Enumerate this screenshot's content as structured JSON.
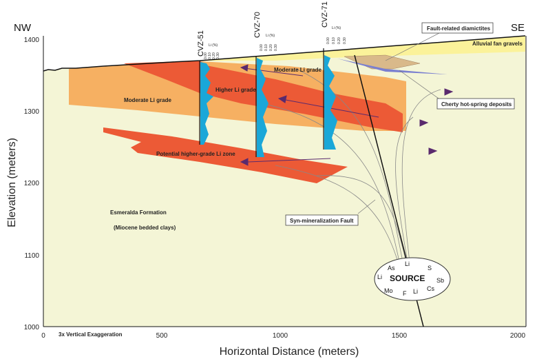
{
  "corners": {
    "left": "NW",
    "right": "SE"
  },
  "x_axis": {
    "label": "Horizontal Distance  (meters)",
    "ticks": [
      "0",
      "500",
      "1000",
      "1500",
      "2000"
    ]
  },
  "y_axis": {
    "label": "Elevation  (meters)",
    "ticks": [
      "1400",
      "1300",
      "1200",
      "1100",
      "1000"
    ]
  },
  "wells": [
    {
      "name": "CVZ-51",
      "scale_label": "Li (%)",
      "scale_ticks": [
        "0.00",
        "0.10",
        "0.20",
        "0.30"
      ]
    },
    {
      "name": "CVZ-70",
      "scale_label": "Li (%)",
      "scale_ticks": [
        "0.00",
        "0.10",
        "0.20",
        "0.30"
      ]
    },
    {
      "name": "CVZ-71",
      "scale_label": "Li (%)",
      "scale_ticks": [
        "0.00",
        "0.10",
        "0.20",
        "0.30"
      ]
    }
  ],
  "units": {
    "moderate_upper": "Moderate Li grade",
    "moderate_left": "Moderate Li grade",
    "higher": "Higher Li grade",
    "potential": "Potential higher-grade Li zone",
    "alluvial": "Alluvial fan gravels",
    "formation": "Esmeralda Formation",
    "formation_sub": "(Miocene bedded clays)"
  },
  "callouts": {
    "diamictites": "Fault-related diamictites",
    "cherty": "Cherty hot-spring deposits",
    "fault": "Syn-mineralization Fault"
  },
  "source": {
    "title": "SOURCE",
    "elements": [
      "As",
      "Li",
      "S",
      "Li",
      "Sb",
      "Mo",
      "F",
      "Li",
      "Cs"
    ]
  },
  "exaggeration": "3x Vertical Exaggeration",
  "colors": {
    "formation": "#f4f5d6",
    "moderate": "#f6b062",
    "higher": "#ec5a36",
    "alluvial": "#fbf29a",
    "log": "#1aa7d8",
    "arrow": "#5a2a6e"
  }
}
